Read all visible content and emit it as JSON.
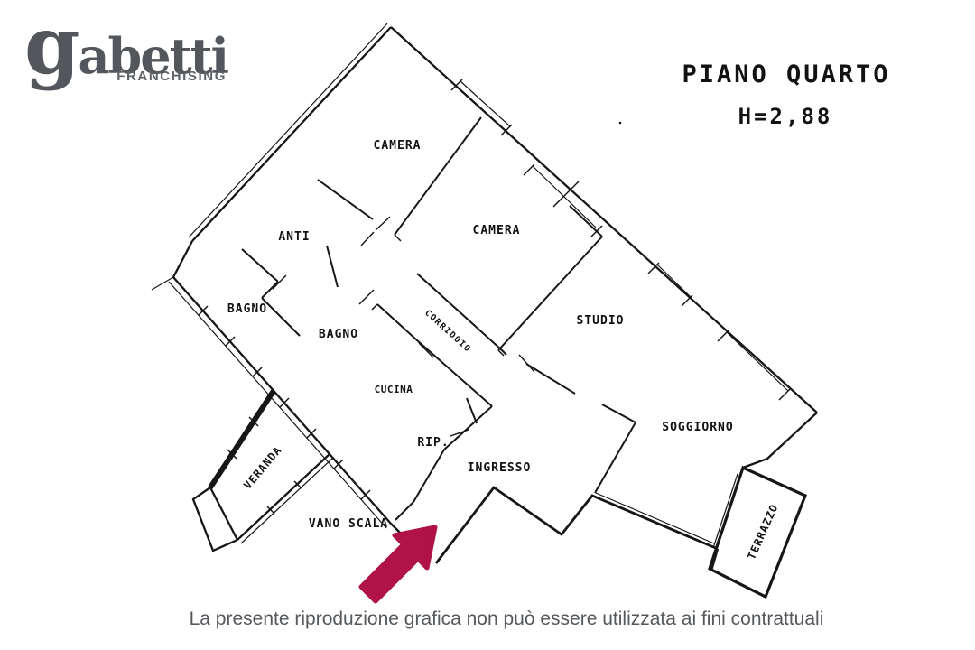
{
  "logo": {
    "brand_initial": "g",
    "brand_rest": "abetti",
    "subtitle": "FRANCHISING"
  },
  "titles": {
    "floor": "PIANO QUARTO",
    "ceiling_height": "H=2,88"
  },
  "plan": {
    "rooms": [
      {
        "id": "camera-1",
        "label": "CAMERA"
      },
      {
        "id": "camera-2",
        "label": "CAMERA"
      },
      {
        "id": "anti",
        "label": "ANTI"
      },
      {
        "id": "bagno-1",
        "label": "BAGNO"
      },
      {
        "id": "bagno-2",
        "label": "BAGNO"
      },
      {
        "id": "corridoio",
        "label": "CORRIDOIO"
      },
      {
        "id": "studio",
        "label": "STUDIO"
      },
      {
        "id": "cucina",
        "label": "CUCINA"
      },
      {
        "id": "rip",
        "label": "RIP."
      },
      {
        "id": "ingresso",
        "label": "INGRESSO"
      },
      {
        "id": "soggiorno",
        "label": "SOGGIORNO"
      },
      {
        "id": "veranda",
        "label": "VERANDA"
      },
      {
        "id": "vano-scala",
        "label": "VANO SCALA"
      },
      {
        "id": "terrazzo",
        "label": "TERRAZZO"
      }
    ]
  },
  "entrance_arrow": {
    "color": "#b01347"
  },
  "colors": {
    "line": "#161616",
    "label_text": "#121212",
    "logo_gray": "#53565a",
    "footer_gray": "#55585c"
  },
  "footer": {
    "disclaimer": "La presente riproduzione grafica non può essere utilizzata ai fini contrattuali"
  }
}
